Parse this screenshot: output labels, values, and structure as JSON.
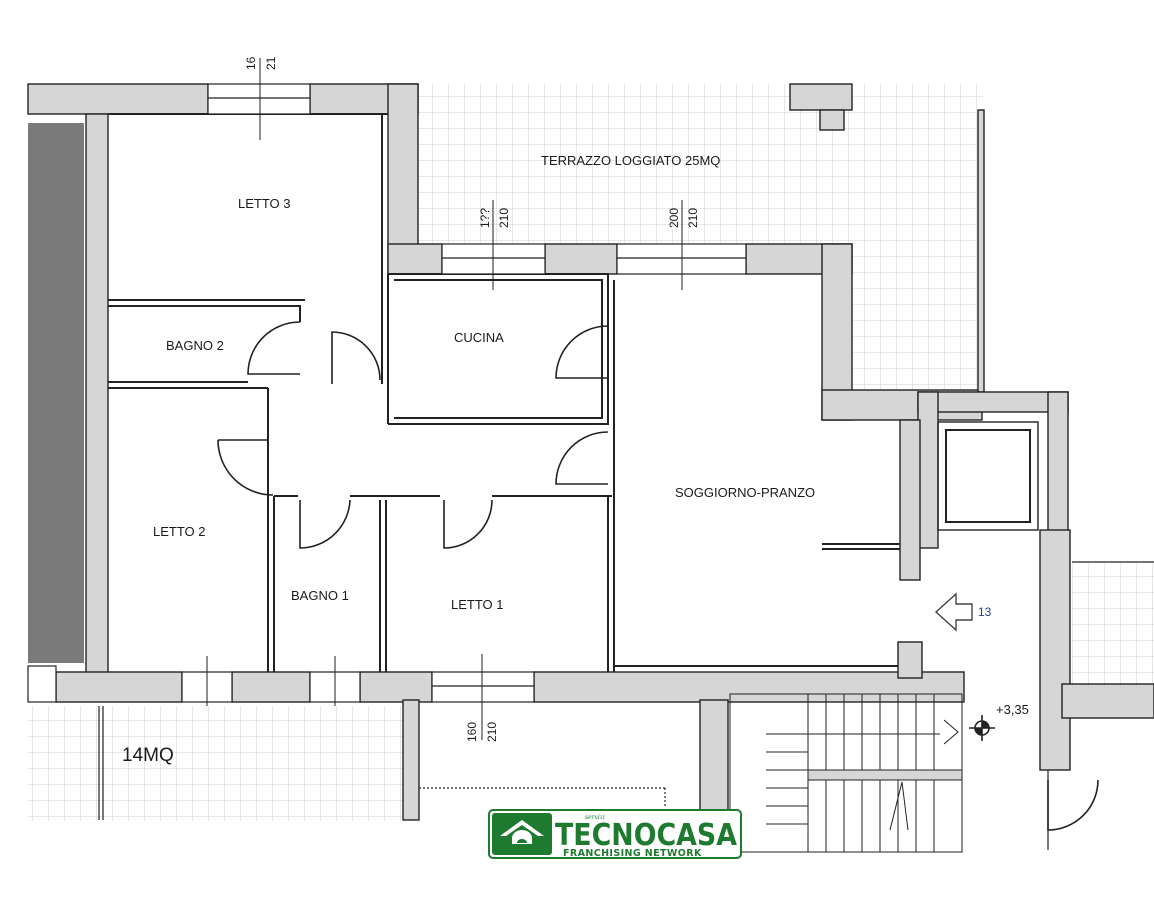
{
  "rooms": {
    "letto3": "LETTO 3",
    "bagno2": "BAGNO 2",
    "letto2": "LETTO 2",
    "bagno1": "BAGNO 1",
    "letto1": "LETTO 1",
    "cucina": "CUCINA",
    "soggiorno": "SOGGIORNO-PRANZO",
    "terrazzo": "TERRAZZO LOGGIATO 25MQ",
    "balcone": "14MQ"
  },
  "dimensions": {
    "top_window_a": "16",
    "top_window_b": "21",
    "cucina_window_a": "1??",
    "cucina_window_b": "210",
    "soggiorno_window_a": "200",
    "soggiorno_window_b": "210",
    "letto1_window_a": "160",
    "letto1_window_b": "210"
  },
  "entrance": {
    "number": "13",
    "elevation": "+3,35"
  },
  "logo": {
    "servizi": "servizi",
    "name": "TECNOCASA",
    "tagline": "FRANCHISING NETWORK",
    "colors": {
      "primary": "#1e7a2e",
      "light": "#e8f4ea"
    }
  },
  "colors": {
    "wall": "#d6d6d6",
    "wall_outline": "#222222",
    "facade": "#7a7a7a",
    "grid": "#c9c9c9"
  }
}
